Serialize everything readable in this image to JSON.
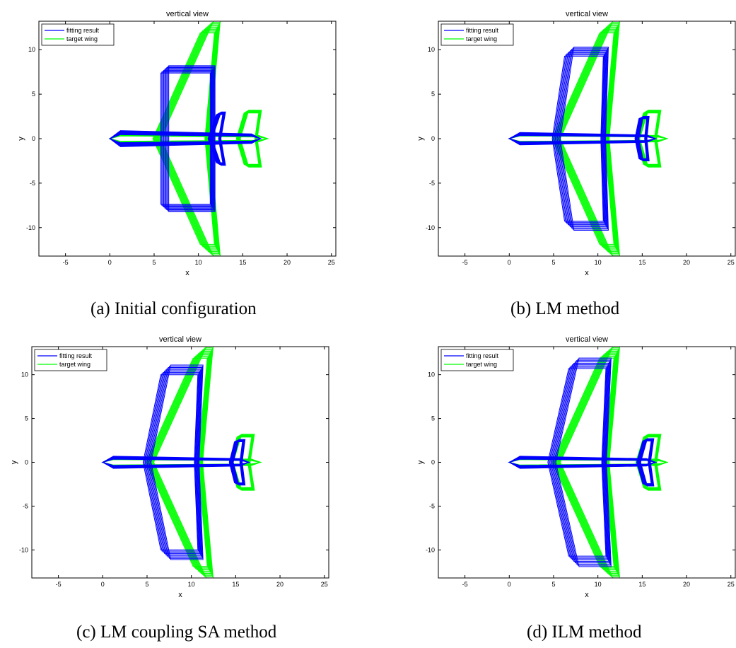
{
  "chart_data": [
    {
      "type": "line",
      "title": "vertical view",
      "xlabel": "x",
      "ylabel": "y",
      "xlim": [
        -8,
        25.5
      ],
      "ylim": [
        -13.2,
        13.2
      ],
      "xticks": [
        -5,
        0,
        5,
        10,
        15,
        20,
        25
      ],
      "yticks": [
        -10,
        -5,
        0,
        5,
        10
      ],
      "grid": false,
      "legend_position": "top-left",
      "series": [
        {
          "name": "fitting result",
          "color": "#0000ff"
        },
        {
          "name": "target wing",
          "color": "#00ff00"
        }
      ],
      "caption": "(a) Initial configuration",
      "fitting": {
        "fuselage_nose_x": 0,
        "fuselage_tail_x": 17,
        "fuselage_half_width": 0.9,
        "wing_le_x": 6.2,
        "wing_te_x": 11.6,
        "wing_sweep": 0,
        "wing_span": 8.2,
        "tail_le_x": 11.3,
        "tail_te_x": 12.4,
        "tail_span": 3,
        "tail_sweep": 0.35
      }
    },
    {
      "type": "line",
      "title": "vertical view",
      "xlabel": "x",
      "ylabel": "y",
      "xlim": [
        -8,
        25.5
      ],
      "ylim": [
        -13.2,
        13.2
      ],
      "xticks": [
        -5,
        0,
        5,
        10,
        15,
        20,
        25
      ],
      "yticks": [
        -10,
        -5,
        0,
        5,
        10
      ],
      "grid": false,
      "legend_position": "top-left",
      "series": [
        {
          "name": "fitting result",
          "color": "#0000ff"
        },
        {
          "name": "target wing",
          "color": "#00ff00"
        }
      ],
      "caption": "(b) LM method",
      "fitting": {
        "fuselage_nose_x": 0,
        "fuselage_tail_x": 16.5,
        "fuselage_half_width": 0.7,
        "wing_le_x": 5.3,
        "wing_te_x": 10.6,
        "wing_sweep": 0.15,
        "wing_span": 10.3,
        "tail_le_x": 14.4,
        "tail_te_x": 15.4,
        "tail_span": 2.5,
        "tail_sweep": 0.2
      }
    },
    {
      "type": "line",
      "title": "vertical view",
      "xlabel": "x",
      "ylabel": "y",
      "xlim": [
        -8,
        25.5
      ],
      "ylim": [
        -13.2,
        13.2
      ],
      "xticks": [
        -5,
        0,
        5,
        10,
        15,
        20,
        25
      ],
      "yticks": [
        -10,
        -5,
        0,
        5,
        10
      ],
      "grid": false,
      "legend_position": "top-left",
      "series": [
        {
          "name": "fitting result",
          "color": "#0000ff"
        },
        {
          "name": "target wing",
          "color": "#00ff00"
        }
      ],
      "caption": "(c) LM coupling SA method",
      "fitting": {
        "fuselage_nose_x": 0,
        "fuselage_tail_x": 16.5,
        "fuselage_half_width": 0.7,
        "wing_le_x": 5.0,
        "wing_te_x": 10.6,
        "wing_sweep": 0.2,
        "wing_span": 11.1,
        "tail_le_x": 14.5,
        "tail_te_x": 15.6,
        "tail_span": 2.6,
        "tail_sweep": 0.25
      }
    },
    {
      "type": "line",
      "title": "vertical view",
      "xlabel": "x",
      "ylabel": "y",
      "xlim": [
        -8,
        25.5
      ],
      "ylim": [
        -13.2,
        13.2
      ],
      "xticks": [
        -5,
        0,
        5,
        10,
        15,
        20,
        25
      ],
      "yticks": [
        -10,
        -5,
        0,
        5,
        10
      ],
      "grid": false,
      "legend_position": "top-left",
      "series": [
        {
          "name": "fitting result",
          "color": "#0000ff"
        },
        {
          "name": "target wing",
          "color": "#00ff00"
        }
      ],
      "caption": "(d) ILM method",
      "fitting": {
        "fuselage_nose_x": 0,
        "fuselage_tail_x": 16.5,
        "fuselage_half_width": 0.7,
        "wing_le_x": 4.8,
        "wing_te_x": 10.7,
        "wing_sweep": 0.22,
        "wing_span": 11.9,
        "tail_le_x": 14.6,
        "tail_te_x": 15.8,
        "tail_span": 2.7,
        "tail_sweep": 0.28
      }
    }
  ],
  "target_wing": {
    "fuselage_nose_x": 0,
    "fuselage_tail_x": 17.8,
    "fuselage_half_width": 0.6,
    "wing_le_x": 5.3,
    "wing_te_x": 11.0,
    "wing_sweep": 0.45,
    "wing_span": 13.2,
    "tail_le_x": 14.5,
    "tail_te_x": 16.5,
    "tail_span": 3.2,
    "tail_sweep": 0.3
  }
}
